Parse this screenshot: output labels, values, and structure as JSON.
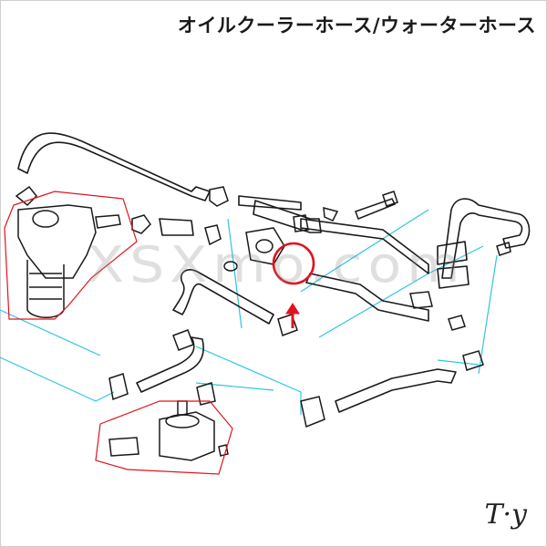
{
  "title": "オイルクーラーホース/ウォーターホース",
  "watermark": "XSXmo.com",
  "signature": "T·y",
  "colors": {
    "line": "#1a1a1a",
    "leader": "#2ec6e0",
    "highlight": "#e0141e",
    "background": "#ffffff"
  },
  "icons": [
    "arrow-up-icon",
    "highlight-circle"
  ]
}
